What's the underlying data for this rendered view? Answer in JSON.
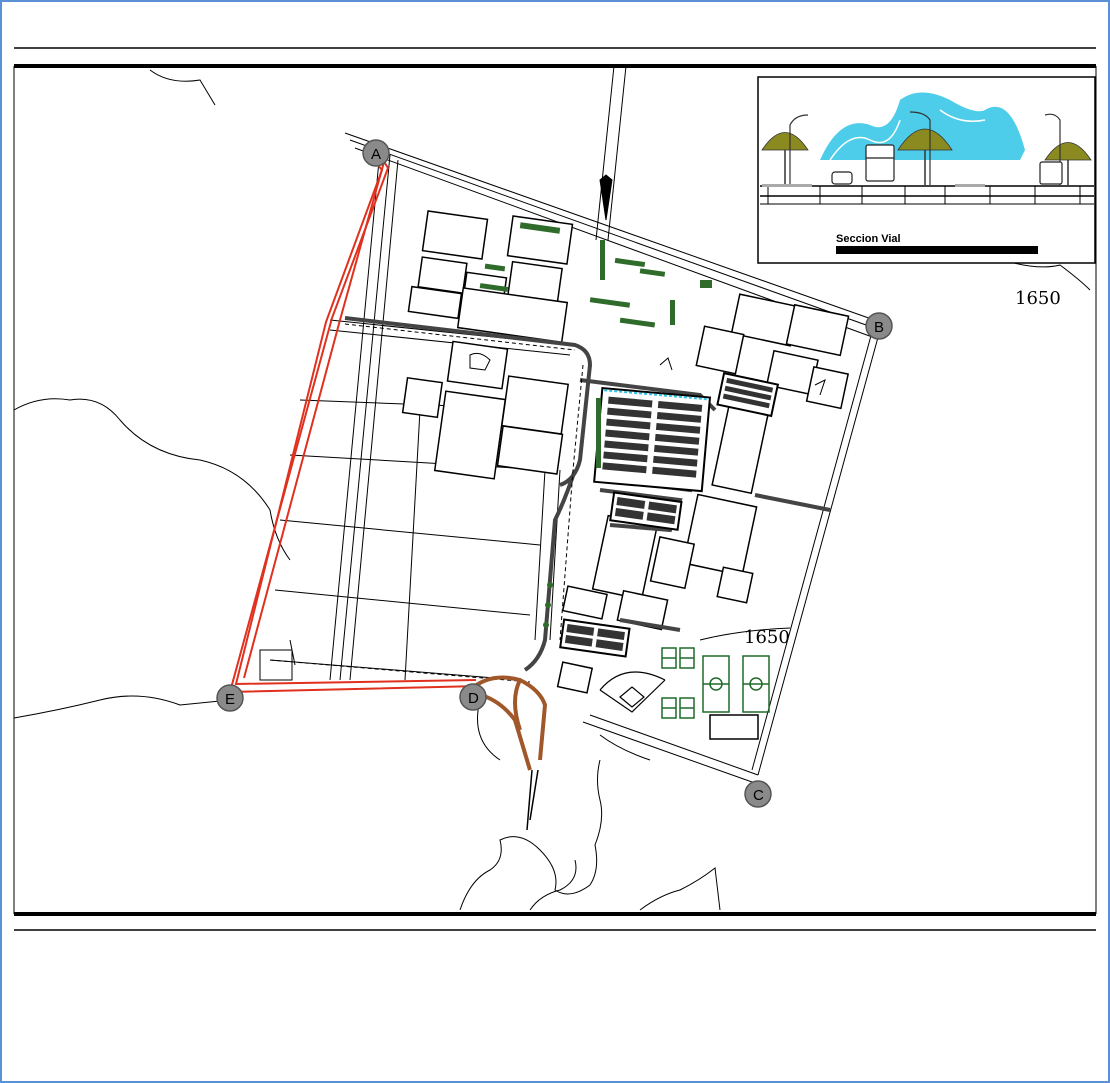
{
  "drawing": {
    "section_title": "Seccion Vial",
    "contours": [
      {
        "id": "contour-1650-right",
        "label": "1650"
      },
      {
        "id": "contour-1650-center",
        "label": "1650"
      }
    ],
    "markers": [
      {
        "id": "A",
        "label": "A"
      },
      {
        "id": "B",
        "label": "B"
      },
      {
        "id": "C",
        "label": "C"
      },
      {
        "id": "D",
        "label": "D"
      },
      {
        "id": "E",
        "label": "E"
      }
    ]
  },
  "colors": {
    "frame_border": "#5b8fd6",
    "boundary": "#e0301e",
    "access_road": "#a0582a",
    "parking": "#333333",
    "trees": "#2f6b2a",
    "sports": "#1f6b2a",
    "sky_cyan": "#2fc4e6",
    "tree_canopy": "#8a8a20",
    "marker_fill": "#8a8a8a"
  }
}
